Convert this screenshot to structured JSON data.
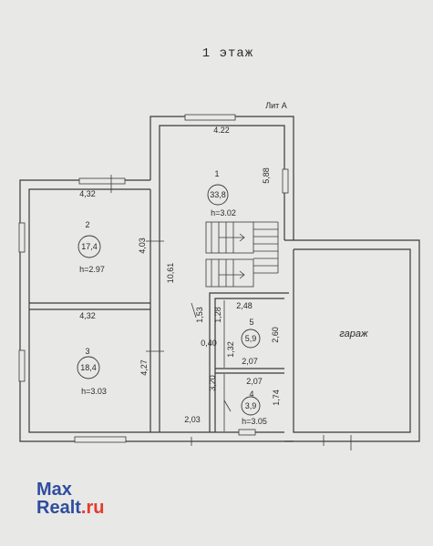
{
  "plan": {
    "title": "1 этаж",
    "lit": "Лит А",
    "garage": "гараж",
    "rooms": [
      {
        "number": "1",
        "area": "33,8",
        "height": "h=3.02"
      },
      {
        "number": "2",
        "area": "17,4",
        "height": "h=2.97"
      },
      {
        "number": "3",
        "area": "18,4",
        "height": "h=3.03"
      },
      {
        "number": "4",
        "area": "3,9",
        "height": "h=3.05"
      },
      {
        "number": "5",
        "area": "5,9",
        "height": ""
      }
    ],
    "dims": {
      "r1_top": "4.22",
      "r1_right": "5,88",
      "r1_left": "10,61",
      "r2_top": "4,32",
      "r2_right": "4,03",
      "r3_top": "4,32",
      "r3_right": "4,27",
      "r5_top": "2,48",
      "r5_right": "2,60",
      "r5_bottom": "2,07",
      "r5_left": "1,32",
      "r4_top": "2,07",
      "r4_right": "1,74",
      "c_153": "1,53",
      "c_128": "1,28",
      "c_040": "0,40",
      "c_320": "3,20",
      "bottom_203": "2,03"
    }
  },
  "watermark": {
    "line1": "Max",
    "line2": "Realt",
    "line2_suffix": ".ru"
  }
}
